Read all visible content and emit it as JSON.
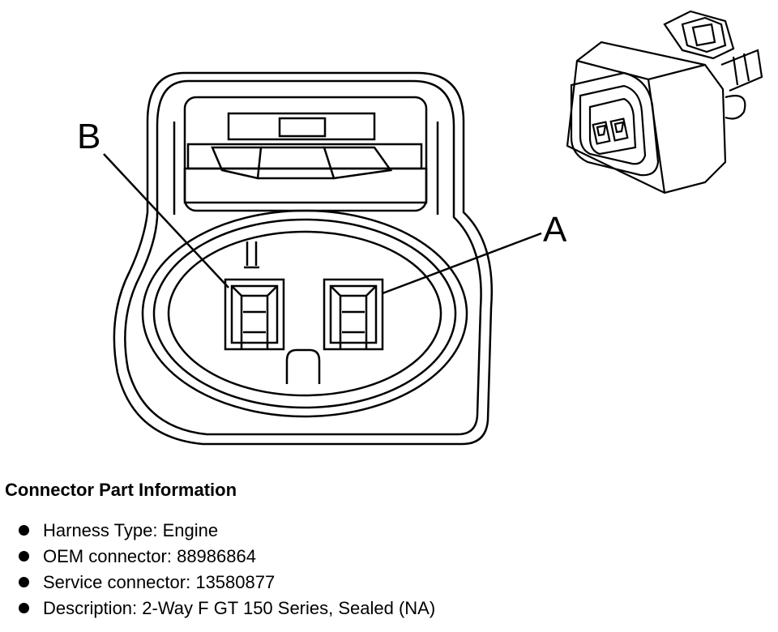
{
  "diagram": {
    "pin_labels": {
      "a": "A",
      "b": "B"
    }
  },
  "info": {
    "title": "Connector Part Information",
    "items": [
      {
        "label": "Harness Type:",
        "value": "Engine"
      },
      {
        "label": "OEM connector:",
        "value": "88986864"
      },
      {
        "label": "Service connector:",
        "value": "13580877"
      },
      {
        "label": "Description:",
        "value": "2-Way F GT 150 Series, Sealed (NA)"
      }
    ]
  }
}
